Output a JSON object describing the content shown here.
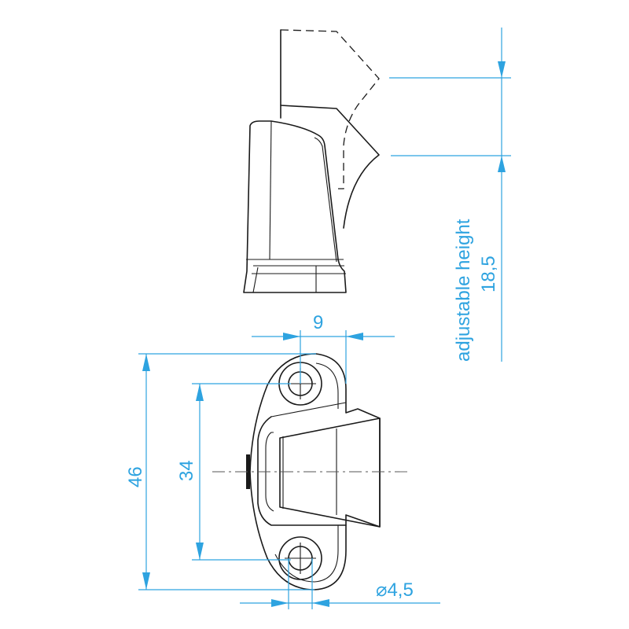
{
  "drawing": {
    "title": "Adjustable door stop / catch — technical drawing",
    "colors": {
      "part_line": "#1a1a1a",
      "dimension": "#2ea3e0",
      "background": "#ffffff"
    },
    "views": [
      "side-view",
      "top-view"
    ],
    "dimensions": {
      "adjustable_height_label": "adjustable height",
      "adjustable_height_value": "18,5",
      "width_9": "9",
      "overall_46": "46",
      "hole_spacing_34": "34",
      "hole_diameter": "⌀4,5"
    }
  }
}
